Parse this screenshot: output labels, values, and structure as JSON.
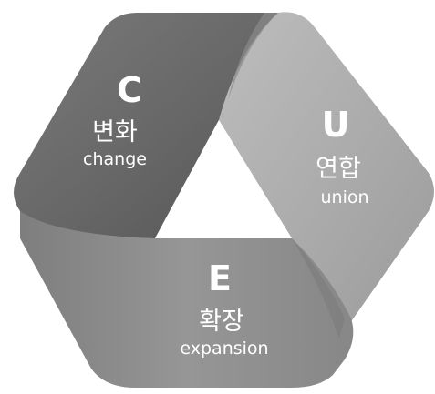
{
  "segments": [
    {
      "id": "change",
      "letter": "C",
      "korean": "변화",
      "english": "change",
      "color": "#6b6b6b"
    },
    {
      "id": "union",
      "letter": "U",
      "korean": "연합",
      "english": "union",
      "color": "#a9a9a9"
    },
    {
      "id": "expansion",
      "letter": "E",
      "korean": "확장",
      "english": "expansion",
      "color": "#909090"
    }
  ],
  "background": "#ffffff"
}
